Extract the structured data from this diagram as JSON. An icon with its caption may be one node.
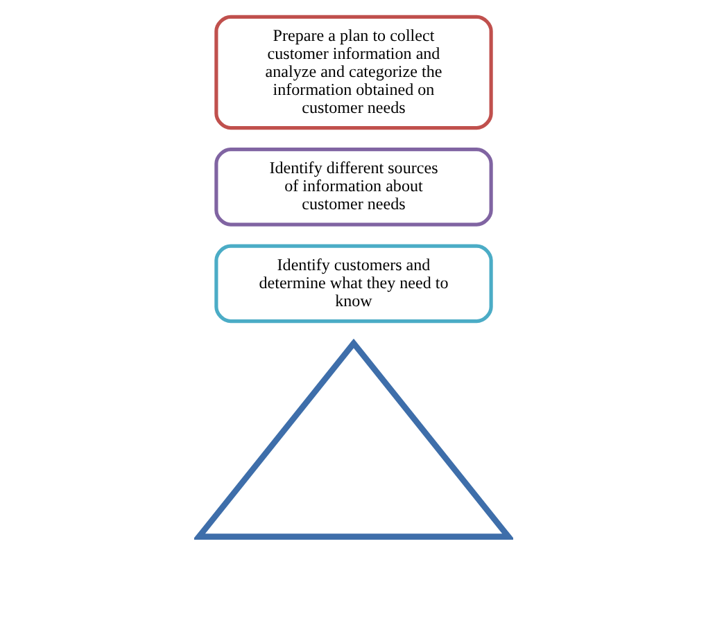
{
  "diagram": {
    "nodes": [
      {
        "text": [],
        "shape": "triangle"
      },
      {
        "text": [
          "Identify customers and determine what they need to know"
        ]
      },
      {
        "text": [
          "Identify different sources of information about customer needs"
        ]
      },
      {
        "text": [
          "Prepare a plan to collect customer information and analyze and categorize the information obtained on customer needs"
        ]
      }
    ],
    "edges": []
  }
}
